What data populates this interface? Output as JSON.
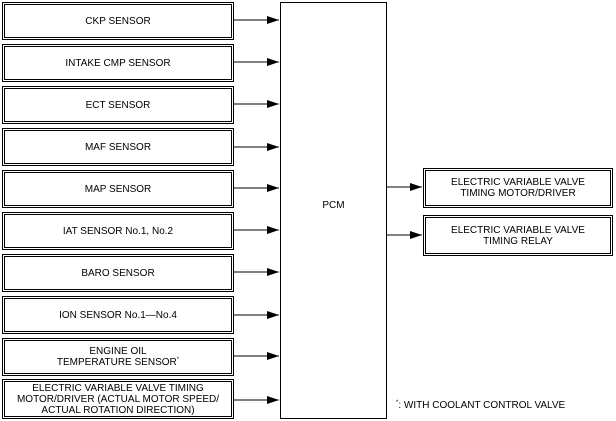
{
  "inputs": [
    {
      "label": "CKP SENSOR"
    },
    {
      "label": "INTAKE CMP SENSOR"
    },
    {
      "label": "ECT SENSOR"
    },
    {
      "label": "MAF SENSOR"
    },
    {
      "label": "MAP SENSOR"
    },
    {
      "label": "IAT SENSOR No.1, No.2"
    },
    {
      "label": "BARO SENSOR"
    },
    {
      "label": "ION SENSOR No.1—No.4"
    },
    {
      "line1": "ENGINE OIL",
      "line2": "TEMPERATURE SENSOR",
      "mark": "*"
    },
    {
      "line1": "ELECTRIC VARIABLE VALVE TIMING",
      "line2": "MOTOR/DRIVER (ACTUAL MOTOR SPEED/",
      "line3": "ACTUAL ROTATION DIRECTION)"
    }
  ],
  "controller": {
    "label": "PCM"
  },
  "outputs": [
    {
      "line1": "ELECTRIC VARIABLE VALVE",
      "line2": "TIMING MOTOR/DRIVER"
    },
    {
      "line1": "ELECTRIC VARIABLE VALVE",
      "line2": "TIMING RELAY"
    }
  ],
  "footnote": {
    "mark": "*",
    "text": ": WITH COOLANT CONTROL VALVE"
  }
}
